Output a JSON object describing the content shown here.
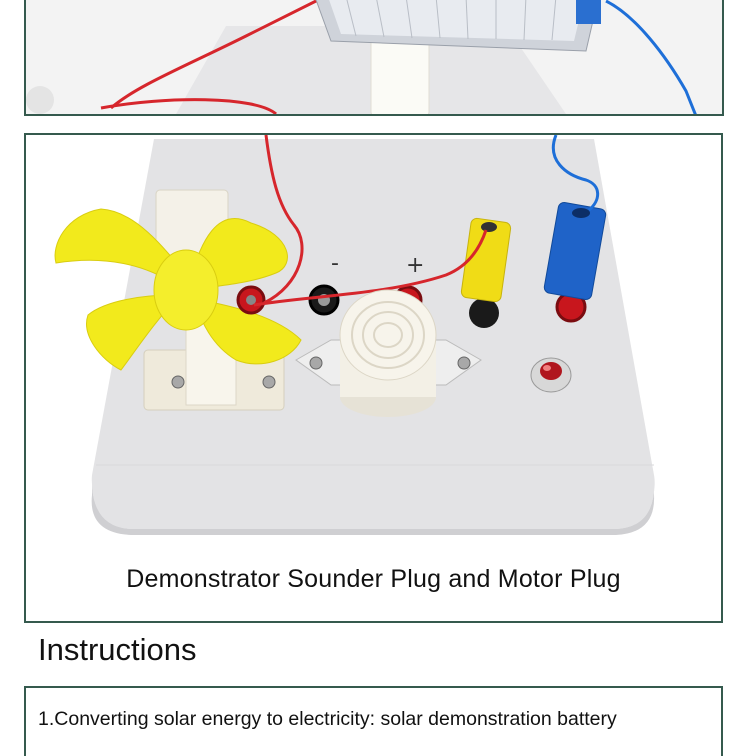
{
  "board": {
    "minus_label": "-",
    "plus_label": "+"
  },
  "caption": "Demonstrator Sounder Plug and Motor Plug",
  "section_heading": "Instructions",
  "instructions": [
    "1.Converting solar energy to electricity: solar demonstration battery"
  ],
  "colors": {
    "panel_border": "#355a4e",
    "fan_blade": "#f2ea1c",
    "board": "#e3e3e5",
    "red_wire": "#d6262c",
    "blue_wire": "#1e6fd8",
    "yellow_plug": "#f0dc16",
    "blue_plug": "#1f63c8",
    "red_socket": "#c8161d"
  }
}
